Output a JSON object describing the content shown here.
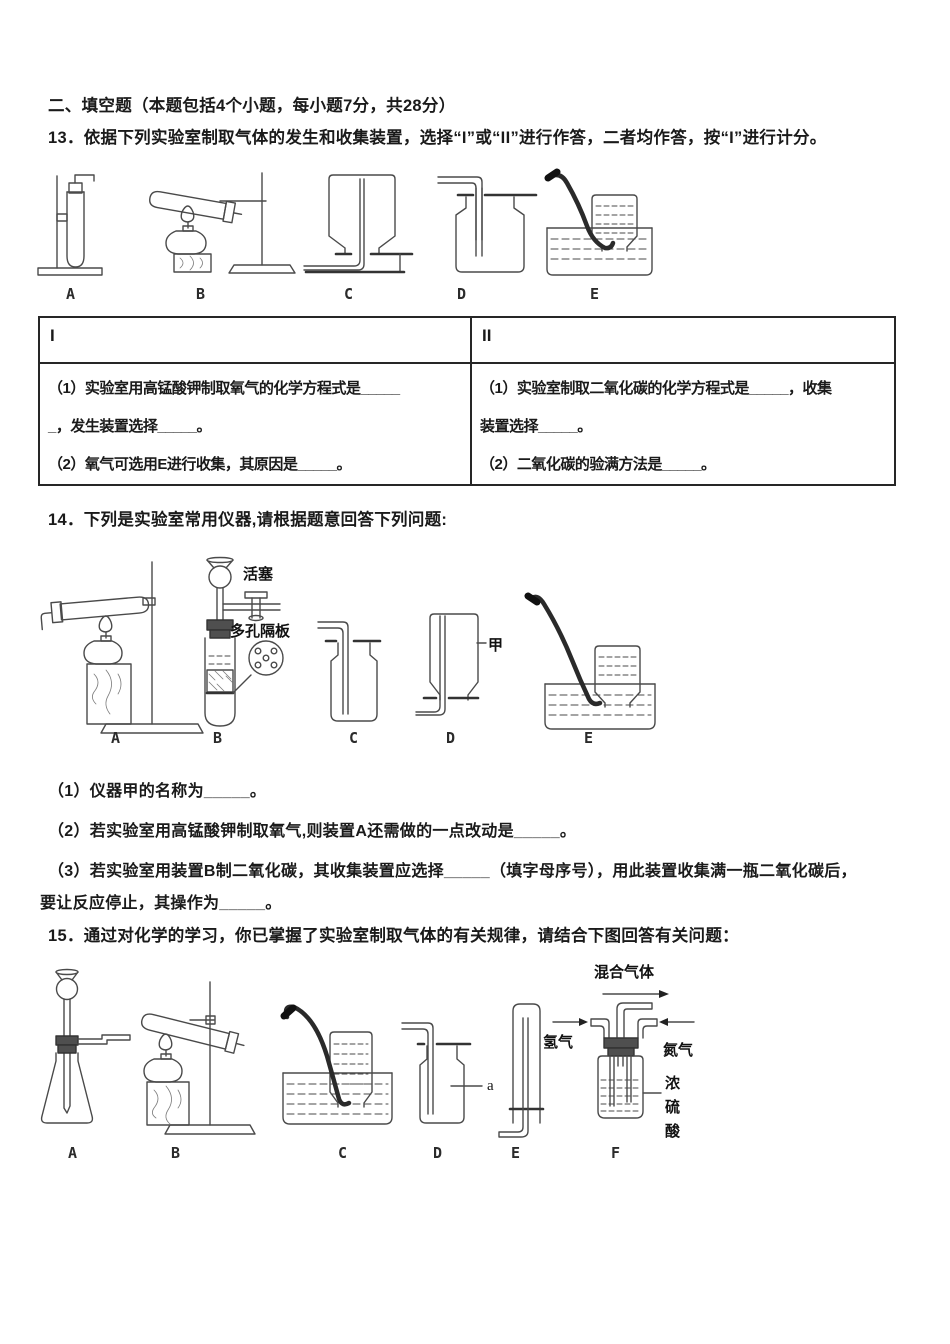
{
  "section": {
    "header": "二、填空题（本题包括4个小题，每小题7分，共28分）"
  },
  "q13": {
    "stem": "13．依据下列实验室制取气体的发生和收集装置，选择“I”或“II”进行作答，二者均作答，按“I”进行计分。",
    "figure_labels": [
      "A",
      "B",
      "C",
      "D",
      "E"
    ],
    "table": {
      "col1_header": "I",
      "col2_header": "II",
      "col1_lines": [
        "（1）实验室用高锰酸钾制取氧气的化学方程式是_____",
        "_，发生装置选择_____。",
        "（2）氧气可选用E进行收集，其原因是_____。"
      ],
      "col2_lines": [
        "（1）实验室制取二氧化碳的化学方程式是_____，收集",
        "装置选择_____。",
        "（2）二氧化碳的验满方法是_____。"
      ]
    }
  },
  "q14": {
    "stem": "14．下列是实验室常用仪器,请根据题意回答下列问题:",
    "figure_labels": [
      "A",
      "B",
      "C",
      "D",
      "E"
    ],
    "annotations": {
      "piston": "活塞",
      "porous_plate": "多孔隔板",
      "jia": "甲"
    },
    "sub_questions": [
      "（1）仪器甲的名称为_____。",
      "（2）若实验室用高锰酸钾制取氧气,则装置A还需做的一点改动是_____。",
      "（3）若实验室用装置B制二氧化碳，其收集装置应选择_____（填字母序号），用此装置收集满一瓶二氧化碳后，",
      "要让反应停止，其操作为_____。"
    ]
  },
  "q15": {
    "stem": "15．通过对化学的学习，你已掌握了实验室制取气体的有关规律，请结合下图回答有关问题：",
    "figure_labels": [
      "A",
      "B",
      "C",
      "D",
      "E",
      "F"
    ],
    "annotations": {
      "mixed_gas": "混合气体",
      "hydrogen": "氢气",
      "nitrogen": "氮气",
      "sulfuric_acid": "浓硫酸",
      "a_label": "a"
    }
  }
}
